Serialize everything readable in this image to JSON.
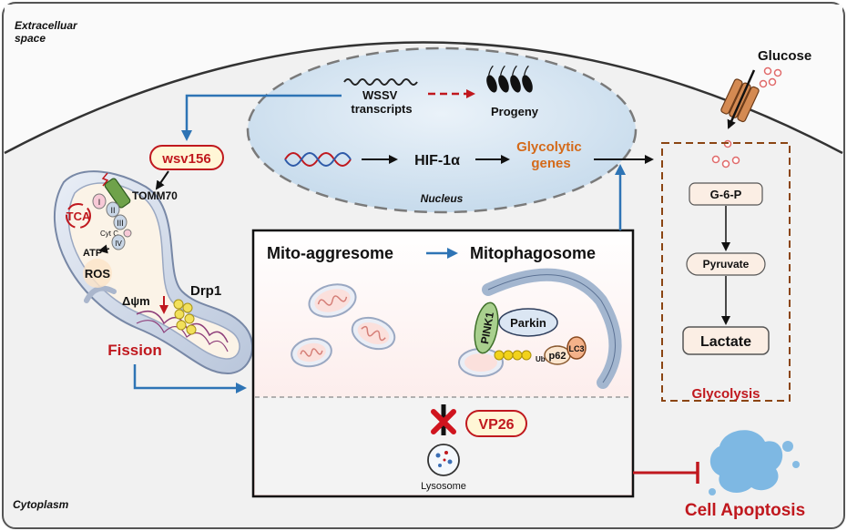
{
  "regions": {
    "extracellular": "Extracelluar\nspace",
    "cytoplasm": "Cytoplasm",
    "nucleus": "Nucleus"
  },
  "nucleus": {
    "wssv": "WSSV\ntranscripts",
    "progeny": "Progeny",
    "hif": "HIF-1α",
    "glycolytic_genes": "Glycolytic\ngenes"
  },
  "mito": {
    "wsv156": "wsv156",
    "tomm70": "TOMM70",
    "tca": "TCA",
    "complex_i": "I",
    "complex_ii": "II",
    "complex_iii": "III",
    "cyt_c": "Cyt C",
    "complex_iv": "IV",
    "atp": "ATP",
    "ros": "ROS",
    "delta_psi": "Δψm",
    "drp1": "Drp1",
    "fission": "Fission"
  },
  "aggresome_box": {
    "title_left": "Mito-aggresome",
    "title_right": "Mitophagosome",
    "pink1": "PINK1",
    "parkin": "Parkin",
    "ub": "Ub",
    "p62": "p62",
    "lc3": "LC3",
    "vp26": "VP26",
    "lysosome": "Lysosome"
  },
  "glycolysis": {
    "glucose": "Glucose",
    "g6p": "G-6-P",
    "pyruvate": "Pyruvate",
    "lactate": "Lactate",
    "label": "Glycolysis"
  },
  "apoptosis": "Cell Apoptosis",
  "colors": {
    "red": "#c0181e",
    "blue_arrow": "#2e74b5",
    "orange": "#d46a1a",
    "nucleus_fill": "#d5e4f0",
    "glyco_dash": "#8b4513"
  }
}
